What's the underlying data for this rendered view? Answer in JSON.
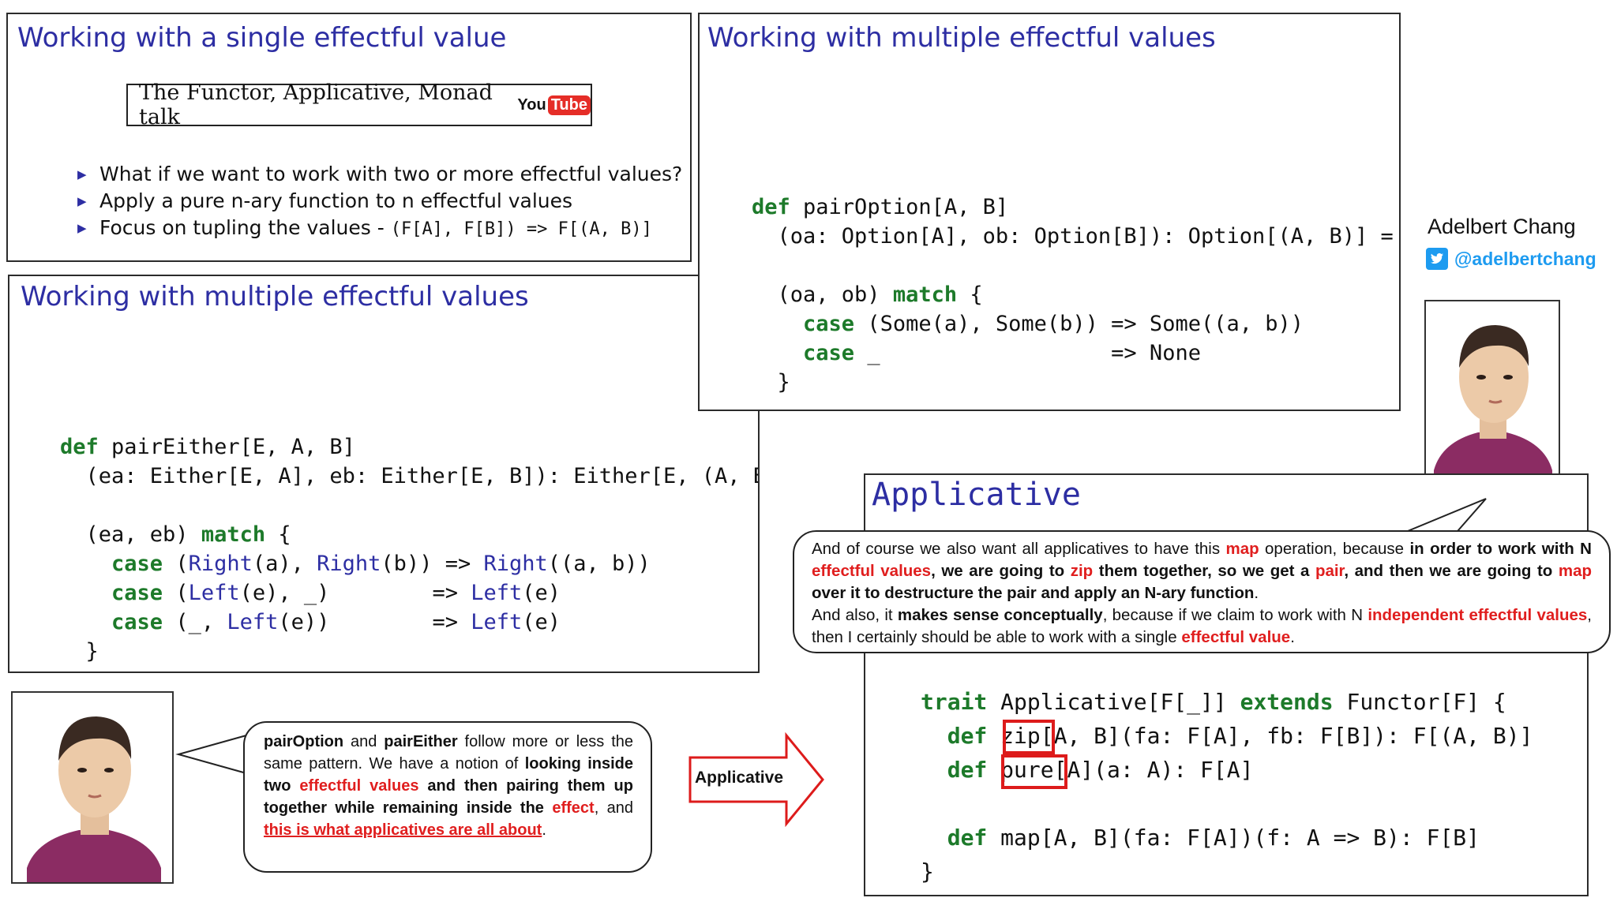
{
  "slide1": {
    "title": "Working with a single effectful value",
    "video": {
      "label": "The Functor, Applicative, Monad talk",
      "logo_text_you": "You",
      "logo_text_tube": "Tube"
    },
    "bullets": [
      "What if we want to work with two or more effectful values?",
      "Apply a pure n-ary function to n effectful values",
      "Focus on tupling the values - "
    ],
    "bullet3_code": "(F[A], F[B]) => F[(A, B)]"
  },
  "slide2": {
    "title": "Working with multiple effectful values",
    "code": {
      "kw_def": "def",
      "sig": " pairOption[A, B]",
      "line2": "  (oa: Option[A], ob: Option[B]): Option[(A, B)] =",
      "line3": "  (oa, ob) ",
      "kw_match": "match",
      "line3_end": " {",
      "kw_case": "case",
      "case1": " (Some(a), Some(b)) => Some((a, b))",
      "case2": " _                  => None",
      "close": "  }"
    }
  },
  "slide3": {
    "title": "Working with multiple effectful values",
    "code": {
      "kw_def": "def",
      "sig": " pairEither[E, A, B]",
      "line2": "  (ea: Either[E, A], eb: Either[E, B]): Either[E, (A, B)] =",
      "line3": "  (ea, eb) ",
      "kw_match": "match",
      "line3_end": " {",
      "kw_case": "case",
      "c1_open": " (",
      "c1_right1": "Right",
      "c1_a": "(a), ",
      "c1_right2": "Right",
      "c1_b": "(b)) => ",
      "c1_right3": "Right",
      "c1_res": "((a, b))",
      "c2_open": " (",
      "c2_left": "Left",
      "c2_rest": "(e), _)        => ",
      "c2_left2": "Left",
      "c2_res": "(e)",
      "c3_open": " (_, ",
      "c3_left": "Left",
      "c3_rest": "(e))        => ",
      "c3_left2": "Left",
      "c3_res": "(e)",
      "close": "  }"
    }
  },
  "slide4": {
    "title": "Applicative",
    "code": {
      "kw_trait": "trait",
      "t_mid": " Applicative[F[_]] ",
      "kw_extends": "extends",
      "t_end": " Functor[F] {",
      "kw_def": "def",
      "zip_name": "zip",
      "zip_rest": "[A, B](fa: F[A], fb: F[B]): F[(A, B)]",
      "pure_name": "pure",
      "pure_rest": "[A](a: A): F[A]",
      "map_line": " map[A, B](fa: F[A])(f: A => B): F[B]",
      "close": "}"
    }
  },
  "author": {
    "name": "Adelbert Chang",
    "handle": "@adelbertchang"
  },
  "bubble_left": {
    "p1": "pairOption",
    "p2": " and ",
    "p3": "pairEither",
    "p4": " follow more or less the same pattern. We have a notion of ",
    "p5": "looking inside two ",
    "p6": "effectful values",
    "p7": " and then pairing them up together while remaining inside the ",
    "p8": "effect",
    "p9": ", and ",
    "p10": "this is what applicatives are all about",
    "p11": "."
  },
  "arrow_label": "Applicative",
  "bubble_right": {
    "s1": "And of course we also want all applicatives to have this ",
    "s2": "map",
    "s3": " operation, because ",
    "s4": "in order to work with N ",
    "s5": "effectful values",
    "s6": ", we are going to ",
    "s7": "zip",
    "s8": " them together, so we get a ",
    "s9": "pair",
    "s10": ", and then we are going to ",
    "s11": "map",
    "s12": " over it to destructure the pair and apply an N-ary function",
    "s13": ".",
    "t1": "And also, it ",
    "t2": "makes sense conceptually",
    "t3": ", because if we claim to work with N ",
    "t4": "independent effectful values",
    "t5": ", then I certainly should be able to work with a single ",
    "t6": "effectful value",
    "t7": "."
  },
  "colors": {
    "title_blue": "#2d2ea3",
    "keyword_green": "#1d7a2a",
    "highlight_red": "#e01e1e",
    "twitter_blue": "#1d9bf0",
    "youtube_red": "#e52d27"
  }
}
